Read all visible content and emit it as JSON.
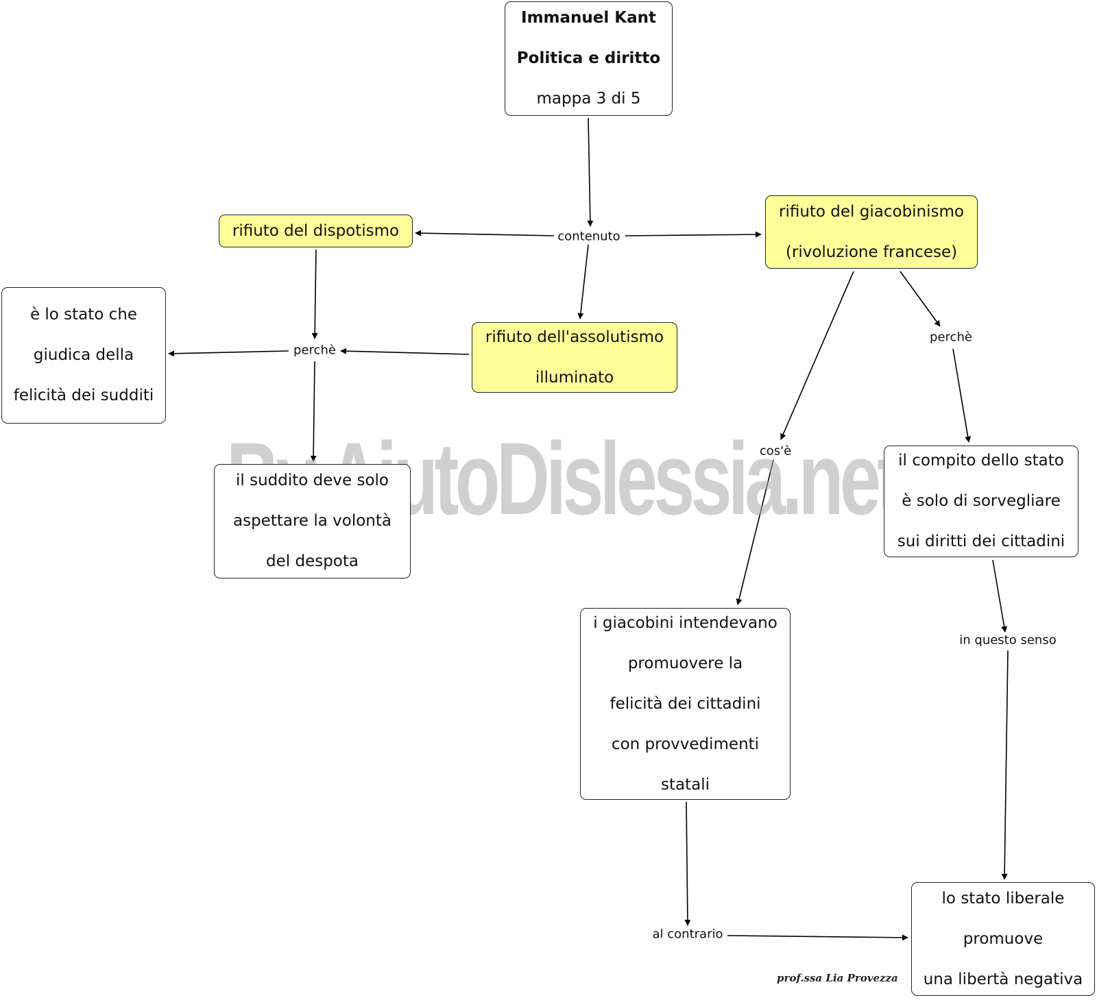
{
  "nodes": {
    "title": {
      "line1": "Immanuel Kant",
      "line2": "Politica e diritto",
      "line3": "mappa 3 di 5"
    },
    "dispotismo": {
      "line1": "rifiuto del dispotismo"
    },
    "giacobinismo": {
      "line1": "rifiuto del giacobinismo",
      "line2": "(rivoluzione francese)"
    },
    "assolutismo": {
      "line1": "rifiuto dell'assolutismo",
      "line2": "illuminato"
    },
    "stato_giudica": {
      "line1": "è lo stato che",
      "line2": "giudica della",
      "line3": "felicità dei sudditi"
    },
    "suddito": {
      "line1": "il suddito deve solo",
      "line2": "aspettare la volontà",
      "line3": "del despota"
    },
    "compito": {
      "line1": "il compito dello stato",
      "line2": "è solo di sorvegliare",
      "line3": "sui diritti dei cittadini"
    },
    "giacobini": {
      "line1": "i giacobini intendevano",
      "line2": "promuovere la",
      "line3": "felicità dei cittadini",
      "line4": "con provvedimenti",
      "line5": "statali"
    },
    "liberale": {
      "line1": "lo stato liberale",
      "line2": "promuove",
      "line3": "una libertà negativa"
    }
  },
  "links": {
    "contenuto": "contenuto",
    "perche_left": "perchè",
    "perche_right": "perchè",
    "cose": "cos'è",
    "in_questo_senso": "in questo senso",
    "al_contrario": "al contrario"
  },
  "watermark": "By AiutoDislessia.net",
  "signature": "prof.ssa Lia Provezza",
  "colors": {
    "concept_highlight": "#ffff99",
    "border": "#222222",
    "watermark": "#aaaaaa"
  }
}
